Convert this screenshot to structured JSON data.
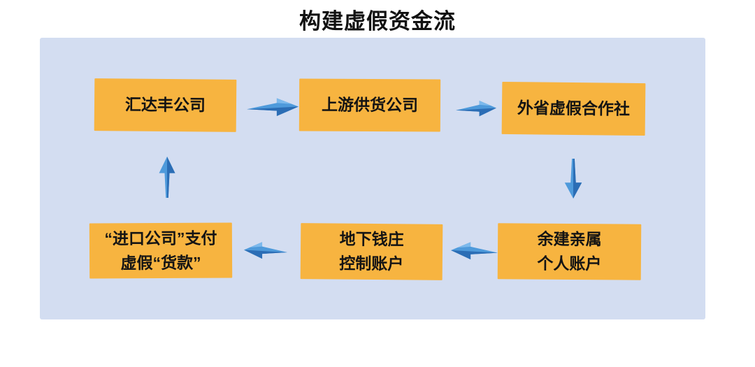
{
  "title": "构建虚假资金流",
  "colors": {
    "title_text": "#111111",
    "panel_bg": "#d3ddf1",
    "node_bg": "#f7b440",
    "node_text": "#141414",
    "arrow_main": "#4e9adb",
    "arrow_dark": "#2b6db5",
    "arrow_highlight": "#7cb9ec"
  },
  "nodes": [
    {
      "id": "huidafeng-company",
      "lines": [
        "汇达丰公司"
      ]
    },
    {
      "id": "upstream-supplier",
      "lines": [
        "上游供货公司"
      ]
    },
    {
      "id": "out-province-fake-coop",
      "lines": [
        "外省虚假合作社"
      ]
    },
    {
      "id": "yujian-relatives-account",
      "lines": [
        "余建亲属",
        "个人账户"
      ]
    },
    {
      "id": "underground-bank-account",
      "lines": [
        "地下钱庄",
        "控制账户"
      ]
    },
    {
      "id": "import-company-payment",
      "lines": [
        "“进口公司”支付",
        "虚假“货款”"
      ]
    }
  ],
  "arrows": [
    {
      "from": "汇达丰公司",
      "to": "上游供货公司",
      "direction": "right"
    },
    {
      "from": "上游供货公司",
      "to": "外省虚假合作社",
      "direction": "right"
    },
    {
      "from": "外省虚假合作社",
      "to": "余建亲属个人账户",
      "direction": "down"
    },
    {
      "from": "余建亲属个人账户",
      "to": "地下钱庄控制账户",
      "direction": "left"
    },
    {
      "from": "地下钱庄控制账户",
      "to": "“进口公司”支付虚假“货款”",
      "direction": "left"
    },
    {
      "from": "“进口公司”支付虚假“货款”",
      "to": "汇达丰公司",
      "direction": "up"
    }
  ]
}
